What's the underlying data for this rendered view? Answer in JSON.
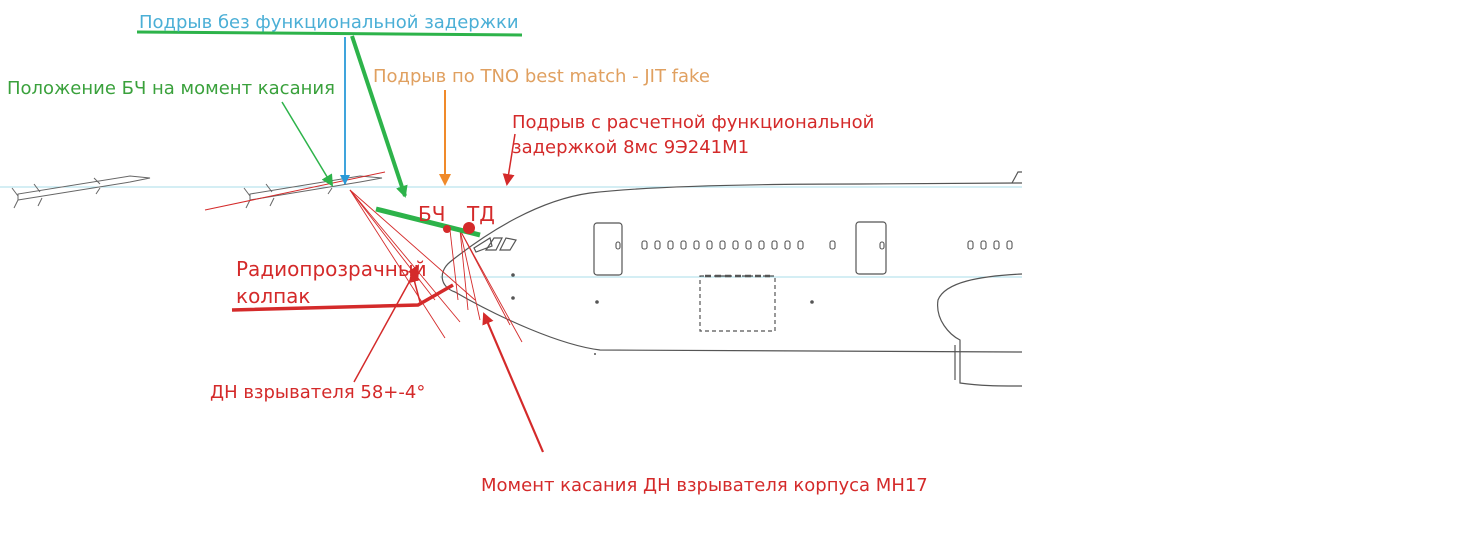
{
  "labels": {
    "no_delay": "Подрыв без функциональной задержки",
    "warhead_position": "Положение БЧ на момент касания",
    "tno_match": "Подрыв по TNO best match - JIT fake",
    "calc_delay_line1": "Подрыв с расчетной функциональной",
    "calc_delay_line2": "задержкой 8мс 9Э241М1",
    "bch": "БЧ",
    "td": "ТД",
    "radome_line1": "Радиопрозрачный",
    "radome_line2": "колпак",
    "fuze_pattern": "ДН взрывателя 58+-4°",
    "contact_moment": "Момент касания ДН взрывателя корпуса MH17"
  },
  "colors": {
    "blue": "#4bafd6",
    "arrow_blue": "#2a9ad8",
    "green": "#2db34a",
    "label_green": "#3aa13c",
    "orange": "#e0a060",
    "arrow_orange": "#f08a2a",
    "red": "#d42a2a",
    "guide": "#a8dde8",
    "outline": "#555555"
  },
  "icons": [
    "missile-icon",
    "missile-icon",
    "aircraft-fuselage-icon"
  ]
}
